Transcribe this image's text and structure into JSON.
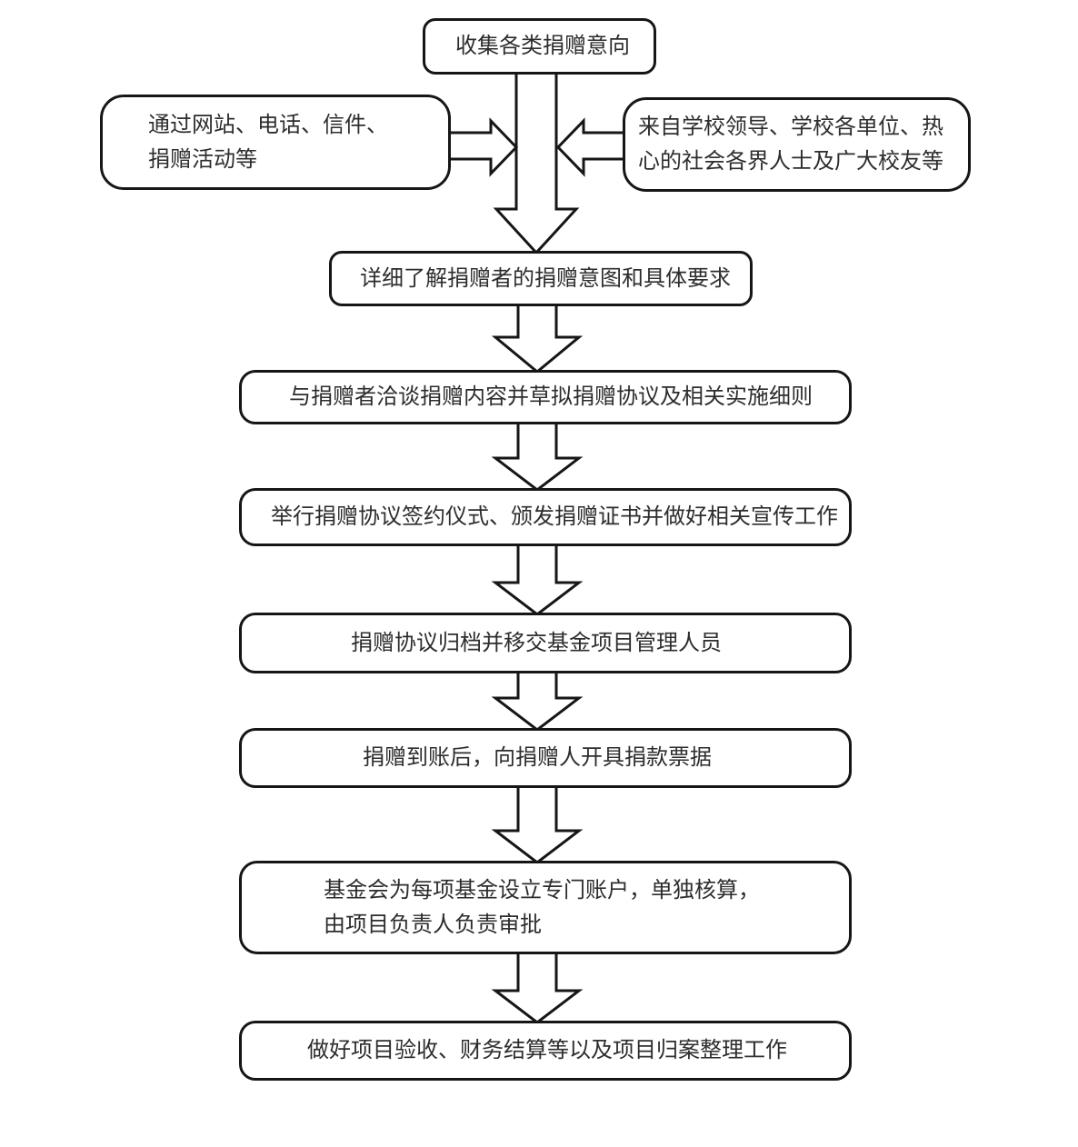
{
  "diagram": {
    "type": "flowchart",
    "background_color": "#ffffff",
    "line_color": "#161616",
    "text_color": "#2d2d2d",
    "connector_style": "hollow-block-arrow",
    "nodes": {
      "collect": {
        "text": "收集各类捐赠意向"
      },
      "channels": {
        "line1": "通过网站、电话、信件、",
        "line2": "捐赠活动等"
      },
      "sources": {
        "line1": "来自学校领导、学校各单位、热",
        "line2": "心的社会各界人士及广大校友等"
      },
      "understand": {
        "text": "详细了解捐赠者的捐赠意图和具体要求"
      },
      "negotiate": {
        "text": "与捐赠者洽谈捐赠内容并草拟捐赠协议及相关实施细则"
      },
      "ceremony": {
        "text": "举行捐赠协议签约仪式、颁发捐赠证书并做好相关宣传工作"
      },
      "archive": {
        "text": "捐赠协议归档并移交基金项目管理人员"
      },
      "receipt": {
        "text": "捐赠到账后，向捐赠人开具捐款票据"
      },
      "account": {
        "line1": "基金会为每项基金设立专门账户，单独核算，",
        "line2": "由项目负责人负责审批"
      },
      "closeout": {
        "text": "做好项目验收、财务结算等以及项目归案整理工作"
      }
    },
    "edges": [
      {
        "from": "collect",
        "to": "understand",
        "direction": "down"
      },
      {
        "from": "channels",
        "to": "collect-understand-flow",
        "direction": "right"
      },
      {
        "from": "sources",
        "to": "collect-understand-flow",
        "direction": "left"
      },
      {
        "from": "understand",
        "to": "negotiate",
        "direction": "down"
      },
      {
        "from": "negotiate",
        "to": "ceremony",
        "direction": "down"
      },
      {
        "from": "ceremony",
        "to": "archive",
        "direction": "down"
      },
      {
        "from": "archive",
        "to": "receipt",
        "direction": "down"
      },
      {
        "from": "receipt",
        "to": "account",
        "direction": "down"
      },
      {
        "from": "account",
        "to": "closeout",
        "direction": "down"
      }
    ]
  }
}
